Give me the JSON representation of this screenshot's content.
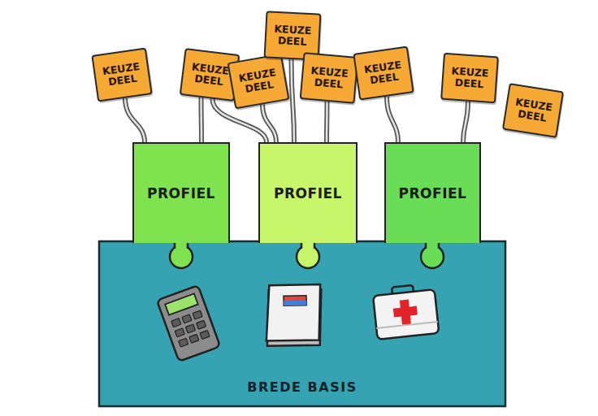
{
  "diagram": {
    "nodes": [
      {
        "text": [
          "KEUZE DEEL"
        ]
      },
      {
        "text": [
          "KEUZE DEEL"
        ]
      },
      {
        "text": [
          "KEUZE DEEL"
        ]
      },
      {
        "text": [
          "KEUZE DEEL"
        ]
      },
      {
        "text": [
          "KEUZE DEEL"
        ]
      },
      {
        "text": [
          "KEUZE DEEL"
        ]
      },
      {
        "text": [
          "KEUZE DEEL"
        ]
      },
      {
        "text": [
          "KEUZE DEEL"
        ]
      },
      {
        "text": [
          "PROFIEL"
        ]
      },
      {
        "text": [
          "PROFIEL"
        ]
      },
      {
        "text": [
          "PROFIEL"
        ]
      },
      {
        "text": [
          "BREDE BASIS"
        ]
      }
    ],
    "edges": [
      {
        "from": 0,
        "to": 8,
        "arrow": "none"
      },
      {
        "from": 1,
        "to": 8,
        "arrow": "none"
      },
      {
        "from": 1,
        "to": 9,
        "arrow": "none"
      },
      {
        "from": 2,
        "to": 9,
        "arrow": "none"
      },
      {
        "from": 3,
        "to": 9,
        "arrow": "none"
      },
      {
        "from": 4,
        "to": 9,
        "arrow": "none"
      },
      {
        "from": 5,
        "to": 10,
        "arrow": "none"
      },
      {
        "from": 6,
        "to": 10,
        "arrow": "none"
      }
    ]
  }
}
